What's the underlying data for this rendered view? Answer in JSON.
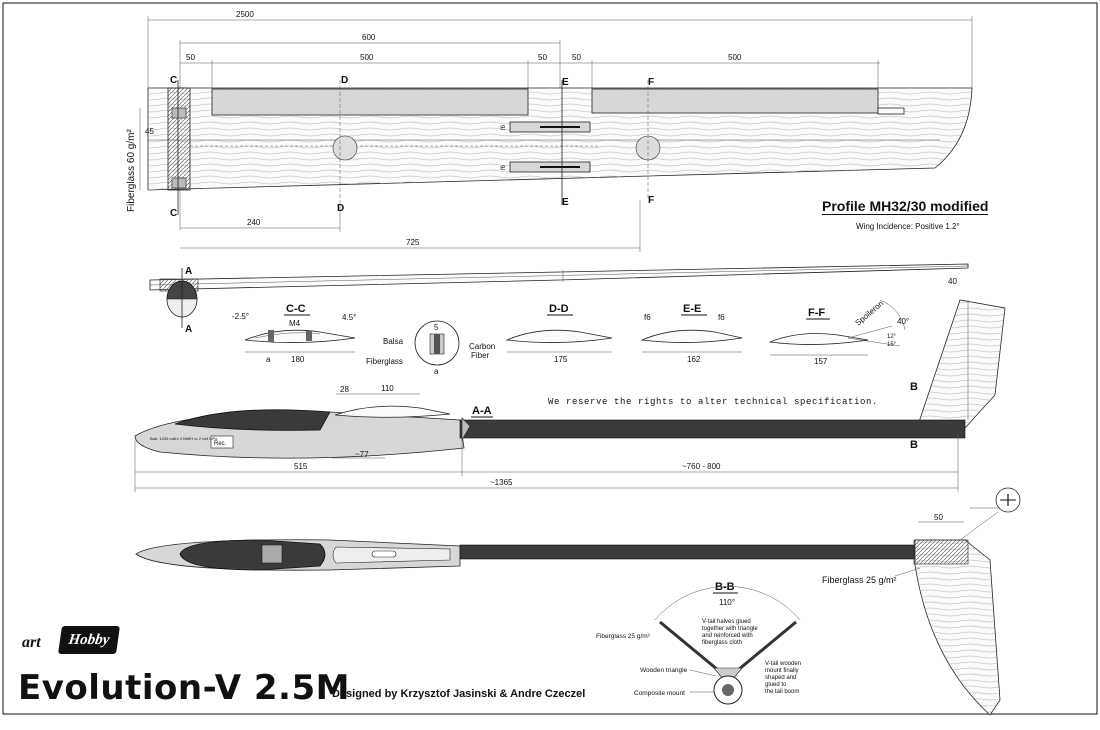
{
  "title": "Evolution-V 2.5M",
  "credits": "Designed by Krzysztof Jasinski & Andre Czeczel",
  "brand": {
    "prefix": "art",
    "logo": "Hobby"
  },
  "profile": "Profile MH32/30 modified",
  "incidence": "Wing Incidence:  Positive 1.2°",
  "notice": "We reserve the rights to alter technical specification.",
  "wing_plan": {
    "dims": {
      "span": "2500",
      "root": "600",
      "a": "50",
      "b": "500",
      "c": "50",
      "d": "50",
      "e": "500",
      "chord": "45",
      "x240": "240",
      "x725": "725"
    },
    "fiberglass": "Fiberglass 60 g/m²",
    "servo_labels": [
      "f6",
      "f6"
    ],
    "section_marks": [
      "C",
      "C",
      "D",
      "D",
      "E",
      "E",
      "F",
      "F"
    ]
  },
  "wing_front": {
    "section": "A",
    "section2": "A",
    "tip": "40"
  },
  "sections": {
    "cc": {
      "label": "C-C",
      "angle1": "-2.5°",
      "angle2": "4.5°",
      "m4": "M4",
      "a": "a",
      "width": "180"
    },
    "detail": {
      "balsa": "Balsa",
      "carbon": "Carbon\nFiber",
      "fiberglass": "Fiberglass",
      "five": "5",
      "a": "a"
    },
    "dd": {
      "label": "D-D",
      "width": "175"
    },
    "ee": {
      "label": "E-E",
      "width": "162",
      "f6a": "f6",
      "f6b": "f6"
    },
    "ff": {
      "label": "F-F",
      "width": "157",
      "spoileron": "Spoileron",
      "a40": "40°",
      "a12": "12°",
      "a15": "15°"
    }
  },
  "fuselage_side": {
    "label": "A-A",
    "d28": "28",
    "d110": "110",
    "d515": "515",
    "d77": "~77",
    "d760": "~760 - 800",
    "d1365": "~1365",
    "rec": "Rec.",
    "battery": "Batt. 1200 mAh/ 4 NiMH or 2 cell LiPo",
    "b1": "B",
    "b2": "B"
  },
  "fuselage_top": {
    "d50": "50",
    "fiberglass": "Fiberglass 25 g/m²"
  },
  "bb": {
    "label": "B-B",
    "angle": "110°",
    "note1": "V-tail halves glued together with triangle and reinforced with fiberglass cloth",
    "fiberglass": "Fiberglass 25 g/m²",
    "wooden": "Wooden triangle",
    "composite": "Composite mount",
    "note2": "V-tail wooden mount finally shaped and glued to the tail boom"
  }
}
